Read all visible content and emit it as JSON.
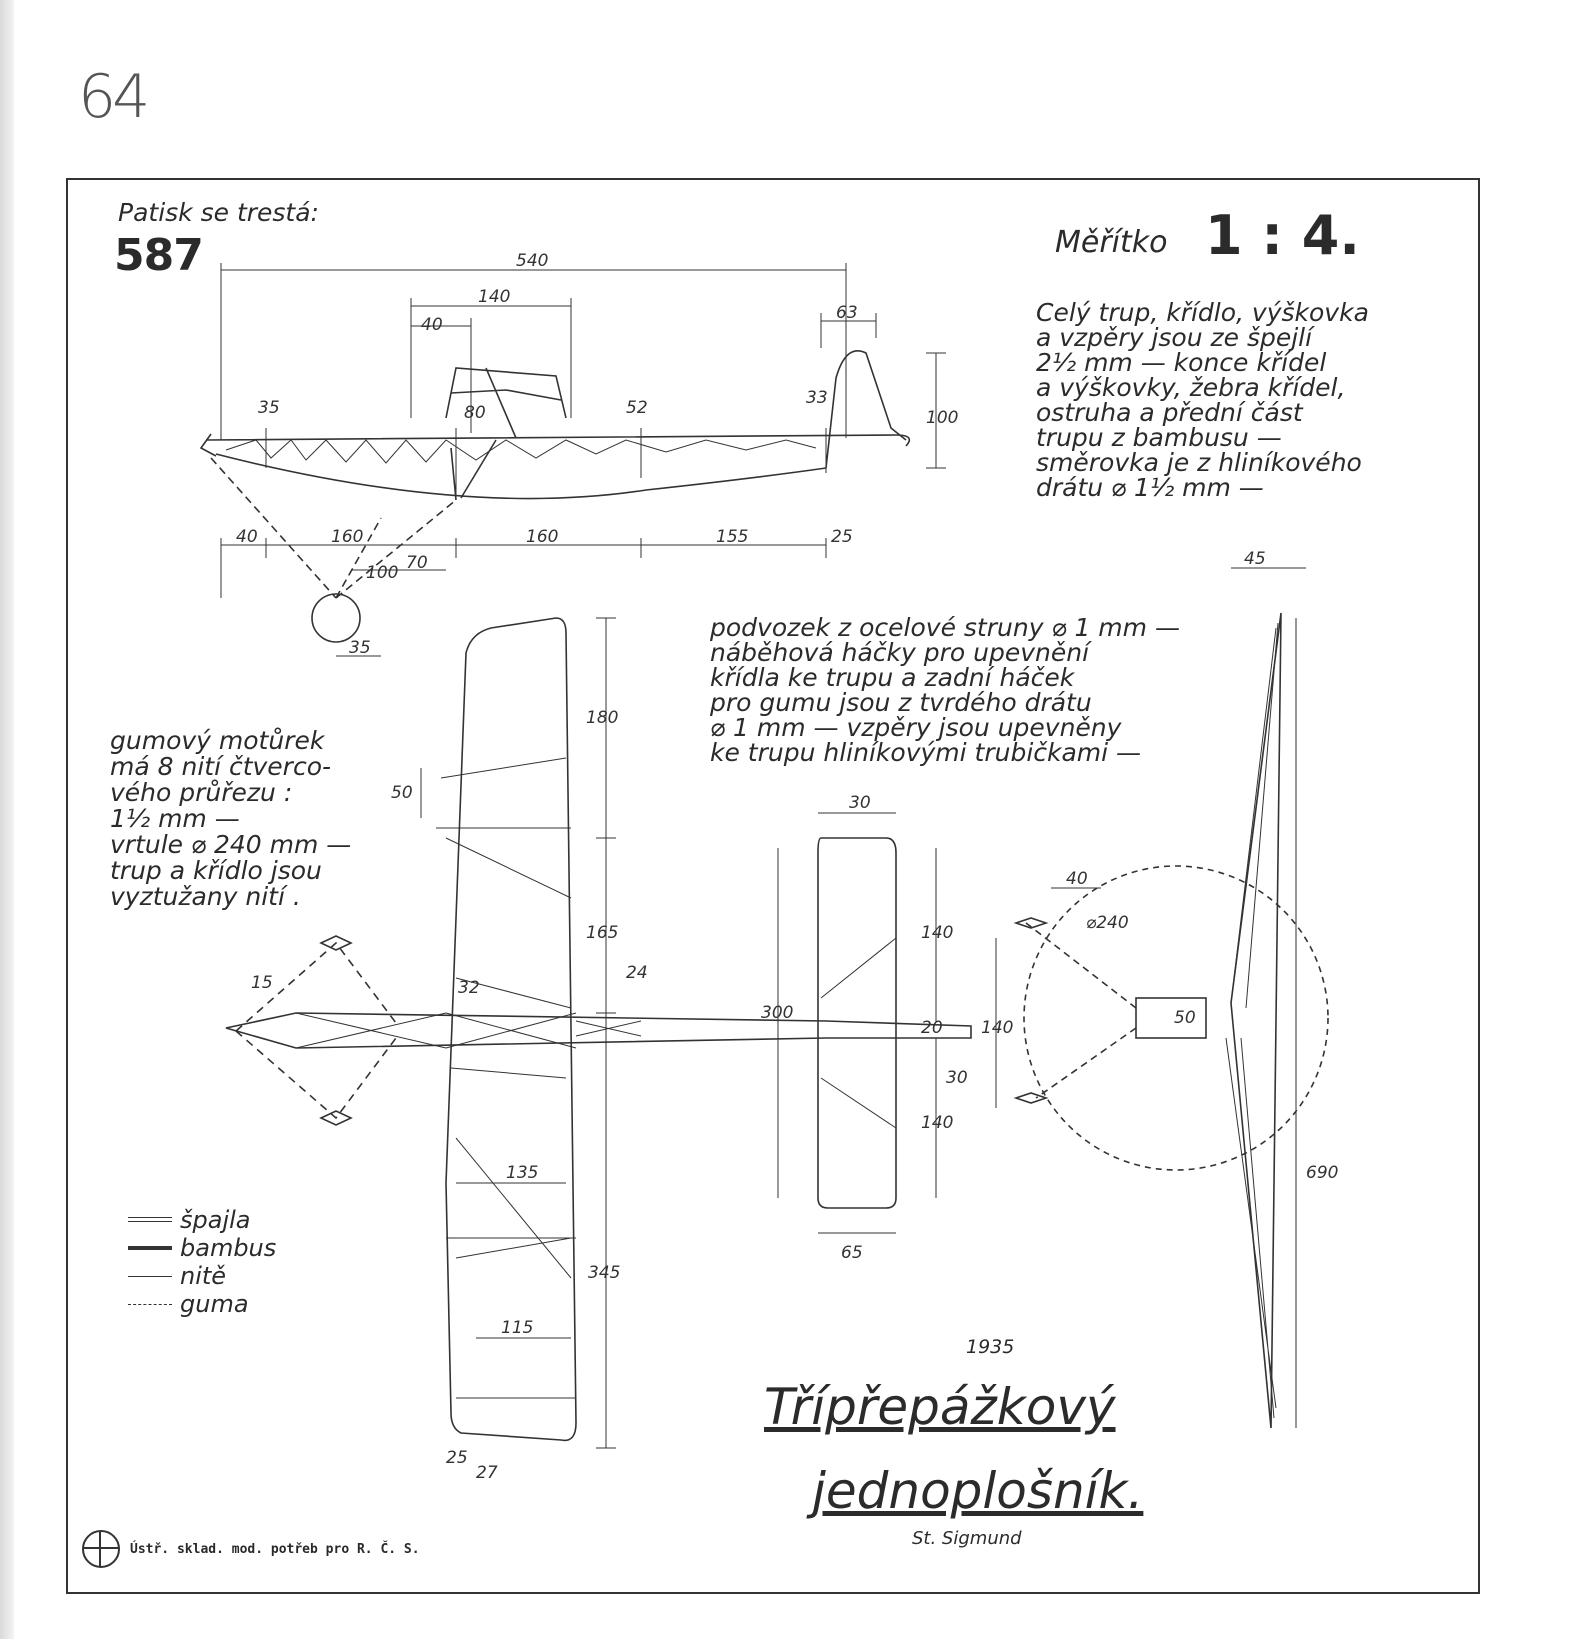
{
  "page": {
    "number": "64"
  },
  "model": {
    "label": "Patisk se trestá:",
    "number": "587"
  },
  "scale": {
    "label": "Měřítko",
    "value": "1 : 4."
  },
  "notes_top": [
    "Celý trup, křídlo, výškovka",
    "a vzpěry jsou ze špejlí",
    "2½ mm — konce křídel",
    "a výškovky, žebra křídel,",
    "ostruha a přední část",
    "trupu z bambusu —",
    "směrovka je z hliníkového",
    "drátu ⌀ 1½ mm —"
  ],
  "notes_middle": [
    "podvozek z ocelové struny ⌀ 1 mm —",
    "náběhová háčky pro upevnění",
    "křídla ke trupu a zadní háček",
    "pro gumu jsou z tvrdého drátu",
    "⌀ 1 mm — vzpěry jsou upevněny",
    "ke trupu hliníkovými trubičkami —"
  ],
  "notes_left": [
    "gumový motůrek",
    "má 8 nití čtverco-",
    "vého průřezu :",
    "1½ mm —",
    "vrtule ⌀ 240 mm —",
    "trup a křídlo jsou",
    "vyztužany nití ."
  ],
  "legend": [
    {
      "symbol": "double-line",
      "label": "špajla"
    },
    {
      "symbol": "thick-line",
      "label": "bambus"
    },
    {
      "symbol": "thin-line",
      "label": "nitě"
    },
    {
      "symbol": "dashed-line",
      "label": "guma"
    }
  ],
  "dimensions": {
    "side": [
      "540",
      "140",
      "40",
      "63",
      "35",
      "80",
      "52",
      "33",
      "100",
      "40",
      "160",
      "160",
      "155",
      "25",
      "100",
      "70",
      "35"
    ],
    "top": [
      "180",
      "50",
      "165",
      "24",
      "15",
      "32",
      "135",
      "345",
      "115",
      "25",
      "27"
    ],
    "tail": [
      "30",
      "300",
      "140",
      "20",
      "30",
      "140",
      "65",
      "140"
    ],
    "front": [
      "45",
      "40",
      "⌀240",
      "690",
      "50"
    ]
  },
  "footer": {
    "year": "1935",
    "title_line1": "Třípřepážkový",
    "title_line2": "jednoplošník.",
    "author": "St. Sigmund",
    "publisher": "Ústř. sklad. mod. potřeb pro R. Č. S."
  }
}
